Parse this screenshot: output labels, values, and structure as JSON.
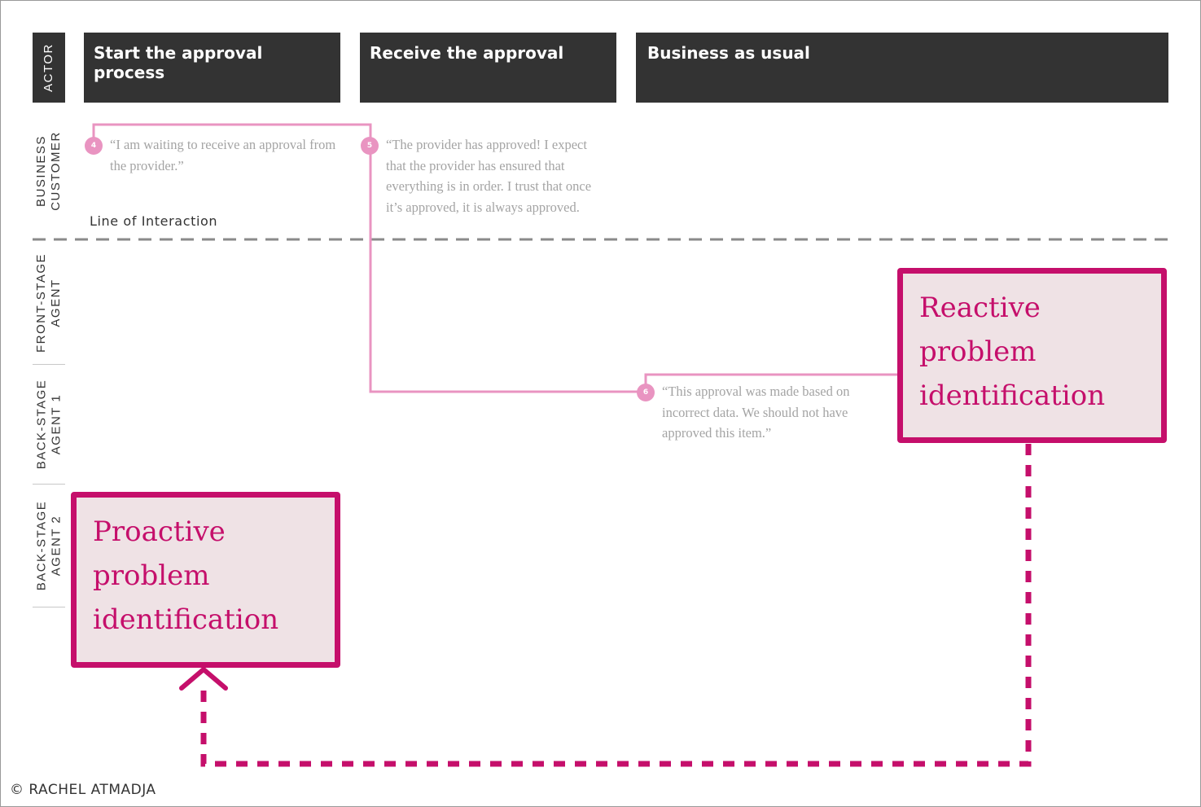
{
  "lanes": {
    "actor": "ACTOR",
    "business_customer": [
      "BUSINESS",
      "CUSTOMER"
    ],
    "front_stage_agent": [
      "FRONT-STAGE",
      "AGENT"
    ],
    "back_stage_agent_1": [
      "BACK-STAGE",
      "AGENT 1"
    ],
    "back_stage_agent_2": [
      "BACK-STAGE",
      "AGENT 2"
    ]
  },
  "headers": [
    "Start the approval process",
    "Receive the approval",
    "Business as usual"
  ],
  "steps": [
    {
      "number": "4",
      "quote": "“I am waiting to receive an approval from the provider.”"
    },
    {
      "number": "5",
      "quote": "“The provider has approved! I expect that the provider has ensured that everything is in order. I trust that once it’s approved, it is always approved."
    },
    {
      "number": "6",
      "quote": "“This approval was made based on incorrect data. We should not have approved this item.”"
    }
  ],
  "line_of_interaction": "Line of Interaction",
  "callouts": {
    "reactive": [
      "Reactive",
      "problem",
      "identification"
    ],
    "proactive": [
      "Proactive",
      "problem",
      "identification"
    ]
  },
  "copyright": "© RACHEL ATMADJA",
  "colors": {
    "header_bg": "#333333",
    "accent_magenta": "#c50f6b",
    "connector_pink": "#e994c1",
    "callout_fill": "#efe2e5",
    "quote_text": "#a4a4a4"
  }
}
